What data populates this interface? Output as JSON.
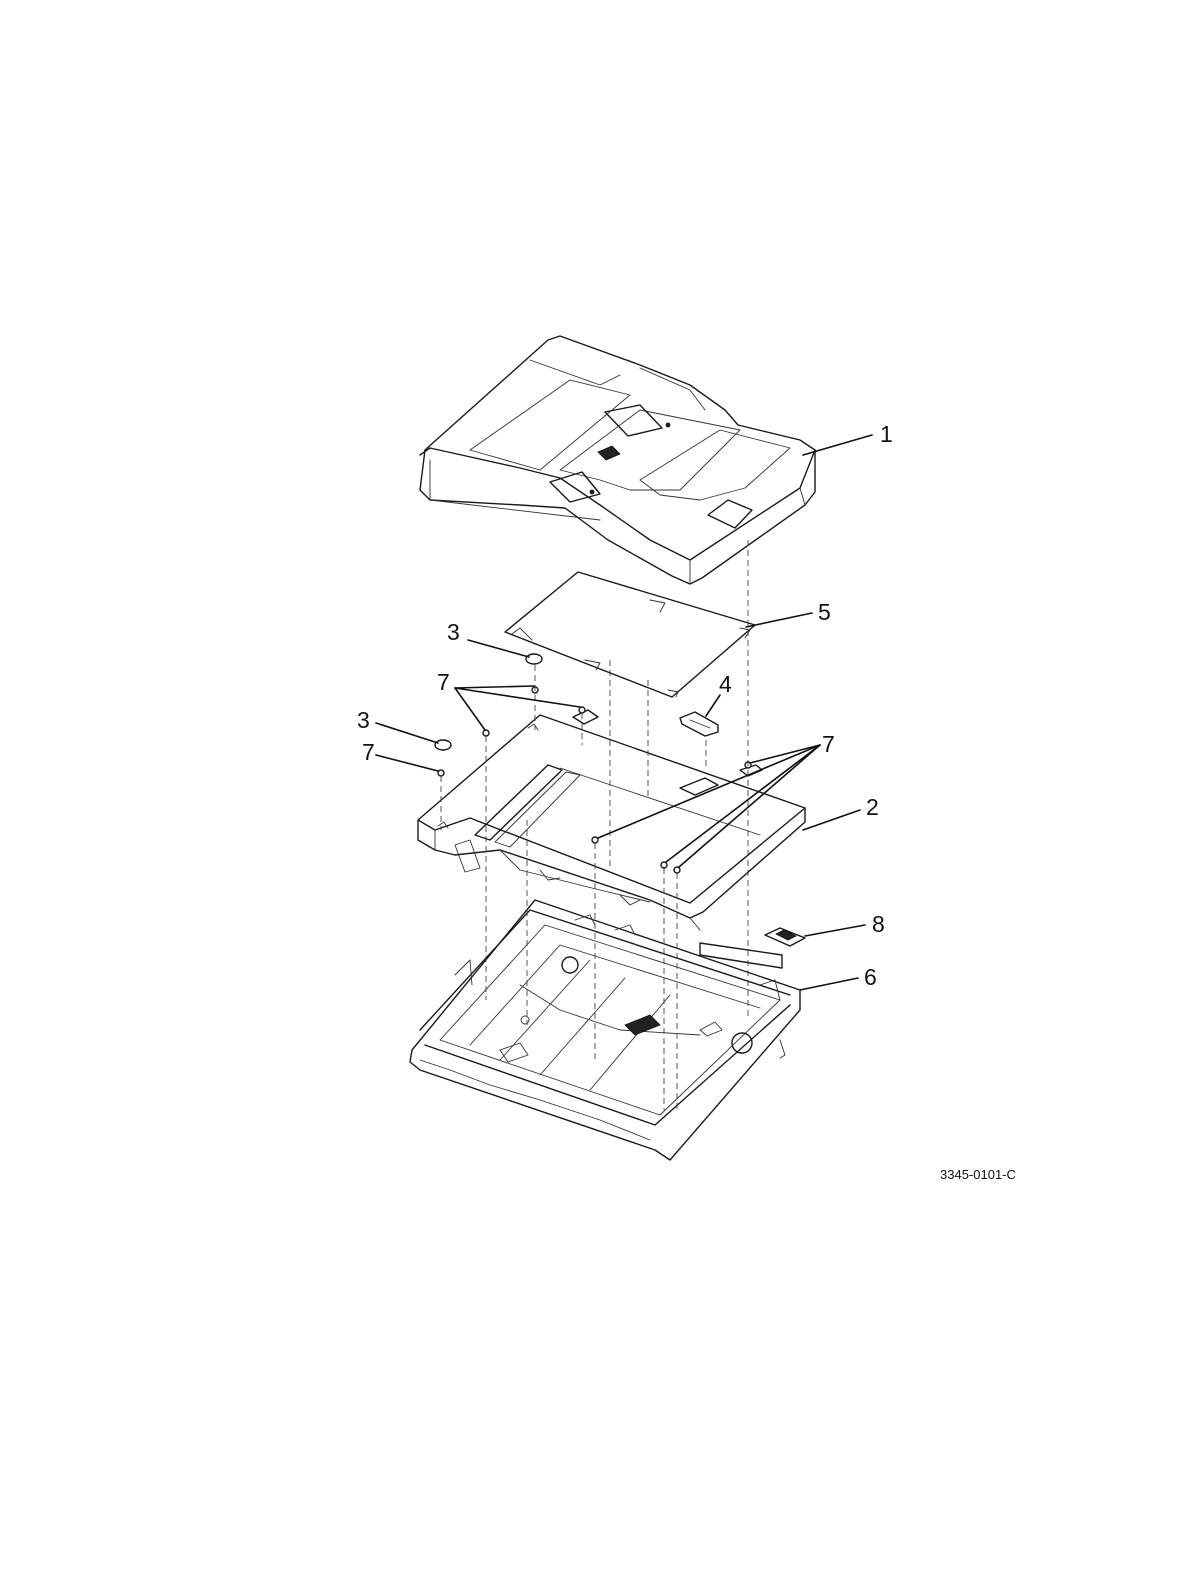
{
  "callouts": {
    "c1": "1",
    "c2": "2",
    "c3a": "3",
    "c3b": "3",
    "c4": "4",
    "c5": "5",
    "c6": "6",
    "c7a": "7",
    "c7b": "7",
    "c7c": "7",
    "c8": "8"
  },
  "figure_code": "3345-0101-C"
}
